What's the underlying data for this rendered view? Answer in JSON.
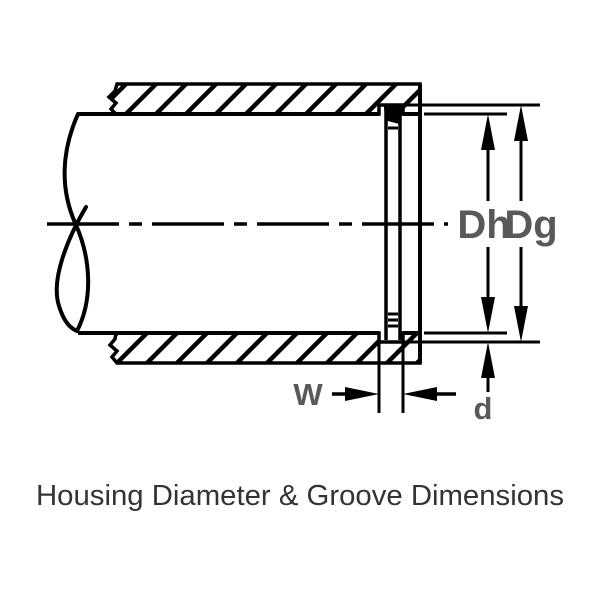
{
  "diagram": {
    "caption": "Housing Diameter & Groove Dimensions",
    "dimension_labels": {
      "housing_diameter": "Dh",
      "groove_diameter": "Dg",
      "groove_width": "W",
      "groove_depth": "d"
    },
    "colors": {
      "line": "#000000",
      "dimension_label": "#58595b",
      "caption": "#333333",
      "background": "#ffffff"
    }
  }
}
